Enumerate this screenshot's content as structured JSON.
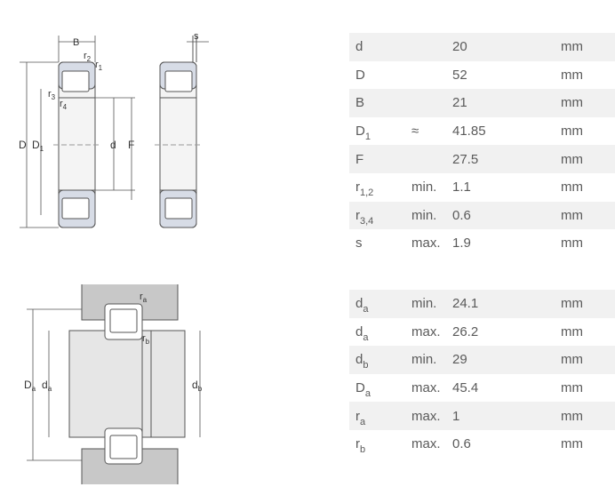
{
  "bearing_drawing": {
    "labels": {
      "B": "B",
      "r2_main": "r",
      "r2_sub": "2",
      "r1_main": "r",
      "r1_sub": "1",
      "r3_main": "r",
      "r3_sub": "3",
      "r4_main": "r",
      "r4_sub": "4",
      "D": "D",
      "D1_main": "D",
      "D1_sub": "1",
      "d": "d",
      "F": "F",
      "s": "s"
    }
  },
  "abutment_drawing": {
    "labels": {
      "ra_main": "r",
      "ra_sub": "a",
      "rb_main": "r",
      "rb_sub": "b",
      "Da_main": "D",
      "Da_sub": "a",
      "da_main": "d",
      "da_sub": "a",
      "db_main": "d",
      "db_sub": "b"
    }
  },
  "dimensions": [
    {
      "sym": "d",
      "sub": "",
      "qual": "",
      "value": "20",
      "unit": "mm"
    },
    {
      "sym": "D",
      "sub": "",
      "qual": "",
      "value": "52",
      "unit": "mm"
    },
    {
      "sym": "B",
      "sub": "",
      "qual": "",
      "value": "21",
      "unit": "mm"
    },
    {
      "sym": "D",
      "sub": "1",
      "qual": "≈",
      "value": "41.85",
      "unit": "mm"
    },
    {
      "sym": "F",
      "sub": "",
      "qual": "",
      "value": "27.5",
      "unit": "mm"
    },
    {
      "sym": "r",
      "sub": "1,2",
      "qual": "min.",
      "value": "1.1",
      "unit": "mm"
    },
    {
      "sym": "r",
      "sub": "3,4",
      "qual": "min.",
      "value": "0.6",
      "unit": "mm"
    },
    {
      "sym": "s",
      "sub": "",
      "qual": "max.",
      "value": "1.9",
      "unit": "mm"
    }
  ],
  "abutment_dimensions": [
    {
      "sym": "d",
      "sub": "a",
      "qual": "min.",
      "value": "24.1",
      "unit": "mm"
    },
    {
      "sym": "d",
      "sub": "a",
      "qual": "max.",
      "value": "26.2",
      "unit": "mm"
    },
    {
      "sym": "d",
      "sub": "b",
      "qual": "min.",
      "value": "29",
      "unit": "mm"
    },
    {
      "sym": "D",
      "sub": "a",
      "qual": "max.",
      "value": "45.4",
      "unit": "mm"
    },
    {
      "sym": "r",
      "sub": "a",
      "qual": "max.",
      "value": "1",
      "unit": "mm"
    },
    {
      "sym": "r",
      "sub": "b",
      "qual": "max.",
      "value": "0.6",
      "unit": "mm"
    }
  ],
  "colors": {
    "ring_fill": "#d7dce6",
    "ring_stroke": "#555555",
    "roller_fill": "#ffffff",
    "housing_fill": "#c8c8c8",
    "shaft_fill": "#e6e6e6",
    "row_shade": "#f1f1f1"
  }
}
